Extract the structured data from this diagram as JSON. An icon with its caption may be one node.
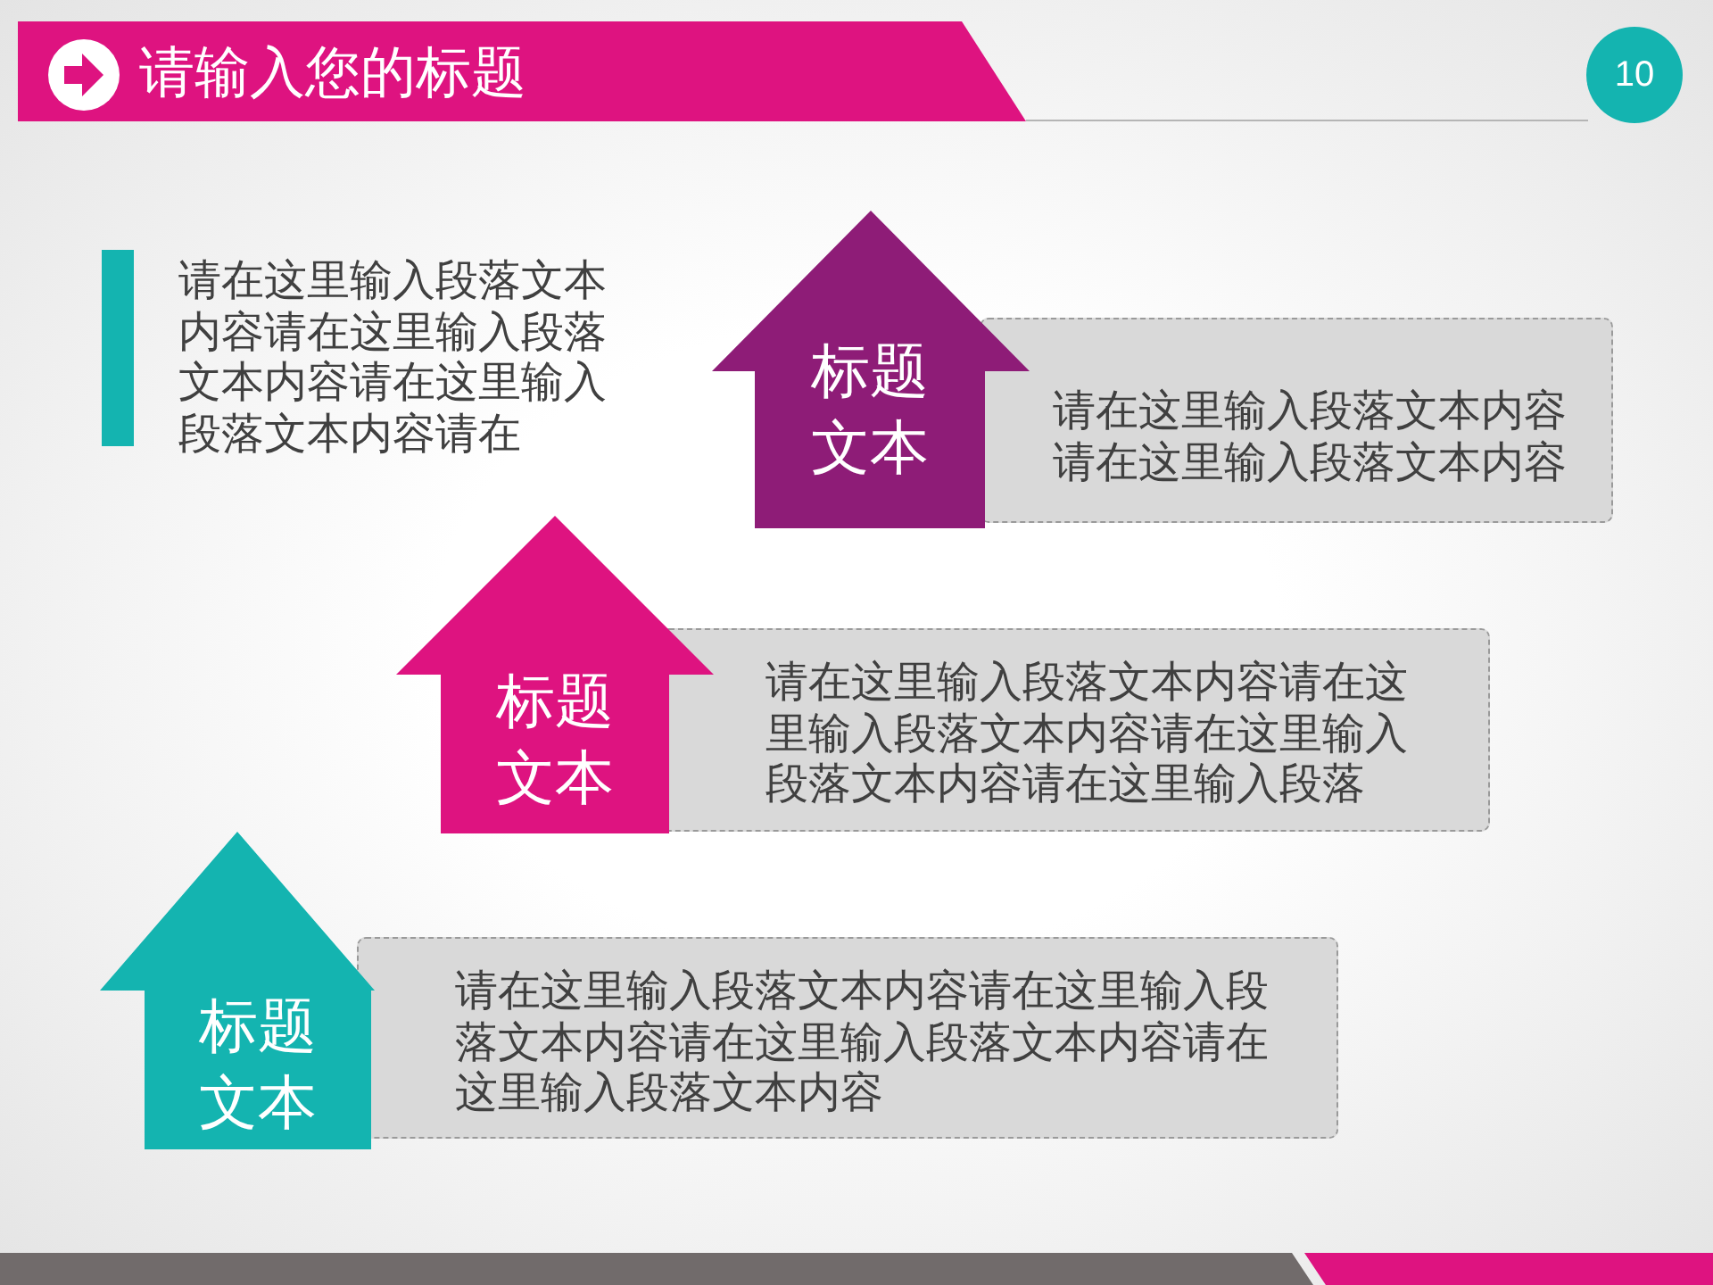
{
  "diagram": {
    "title": "请输入您的标题",
    "nodes": [
      {
        "text": [
          "10"
        ]
      },
      {
        "text": [
          "标题文本"
        ]
      },
      {
        "text": [
          "请在这里输入段落文本内容请在这里输入段落文本内容"
        ]
      },
      {
        "text": [
          "标题文本"
        ]
      },
      {
        "text": [
          "请在这里输入段落文本内容请在这里输入段落文本内容请在这里输入段落文本内容请在这里输入段落"
        ]
      },
      {
        "text": [
          "标题文本"
        ]
      },
      {
        "text": [
          "请在这里输入段落文本内容请在这里输入段落文本内容请在这里输入段落文本内容请在这里输入段落文本内容"
        ]
      }
    ],
    "labels": [
      "请在这里输入段落文本内容请在这里输入段落文本内容请在这里输入段落文本内容请在"
    ]
  }
}
